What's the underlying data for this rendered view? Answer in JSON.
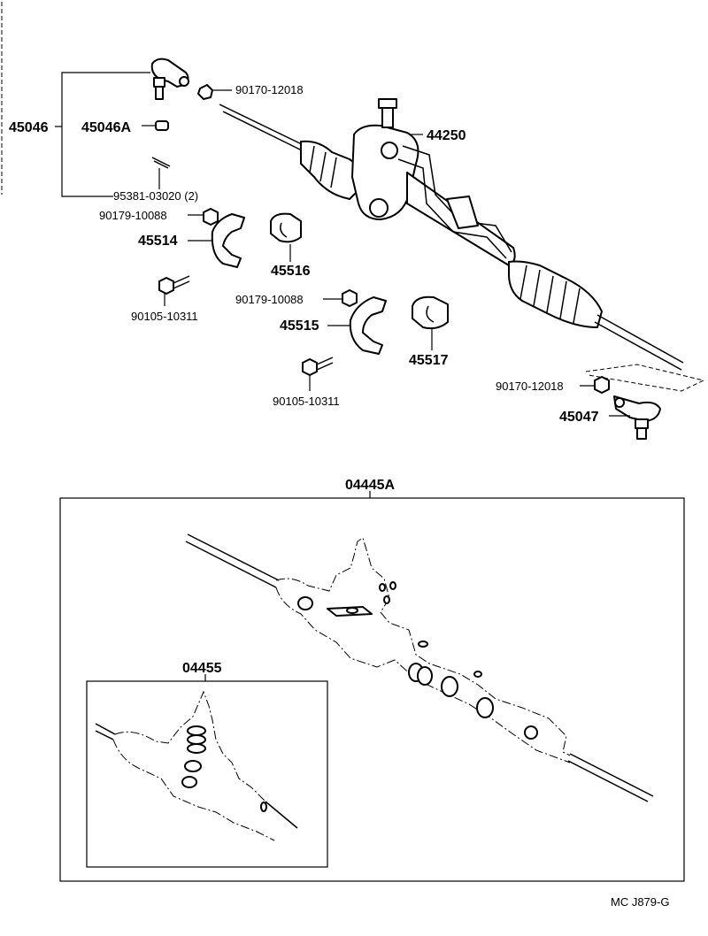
{
  "parts": {
    "p45046": "45046",
    "p45046A": "45046A",
    "p90170_top": "90170-12018",
    "p95381": "95381-03020 (2)",
    "p44250": "44250",
    "p90179_a": "90179-10088",
    "p45514": "45514",
    "p45516": "45516",
    "p90105_a": "90105-10311",
    "p90179_b": "90179-10088",
    "p45515": "45515",
    "p45517": "45517",
    "p90105_b": "90105-10311",
    "p90170_bottom": "90170-12018",
    "p45047": "45047",
    "p04445A": "04445A",
    "p04455": "04455"
  },
  "footer": {
    "code": "MC  J879-G"
  }
}
